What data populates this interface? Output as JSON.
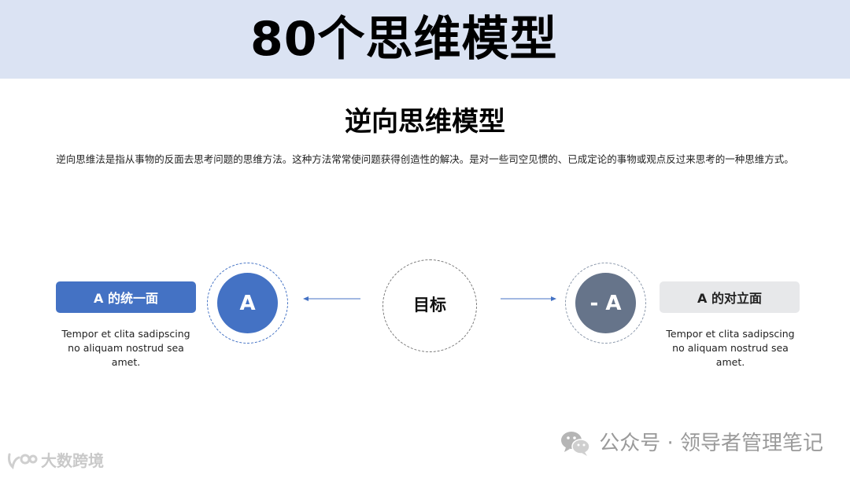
{
  "banner": {
    "title": "80个思维模型"
  },
  "slide": {
    "heading": "逆向思维模型",
    "description": "逆向思维法是指从事物的反面去思考问题的思维方法。这种方法常常使问题获得创造性的解决。是对一些司空见惯的、已成定论的事物或观点反过来思考的一种思维方式。"
  },
  "diagram": {
    "left": {
      "pill_label": "A 的统一面",
      "circle_label": "A",
      "caption": "Tempor et clita sadipscing no aliquam nostrud sea amet.",
      "color": "#4472c4"
    },
    "center": {
      "label": "目标"
    },
    "right": {
      "pill_label": "A 的对立面",
      "circle_label": "- A",
      "caption": "Tempor et clita sadipscing no aliquam nostrud sea amet.",
      "color": "#66748a"
    }
  },
  "watermark": {
    "text": "公众号 · 领导者管理笔记",
    "icon": "wechat-icon"
  },
  "corner_logo": {
    "text": "大数跨境",
    "icon": "logo-icon"
  }
}
